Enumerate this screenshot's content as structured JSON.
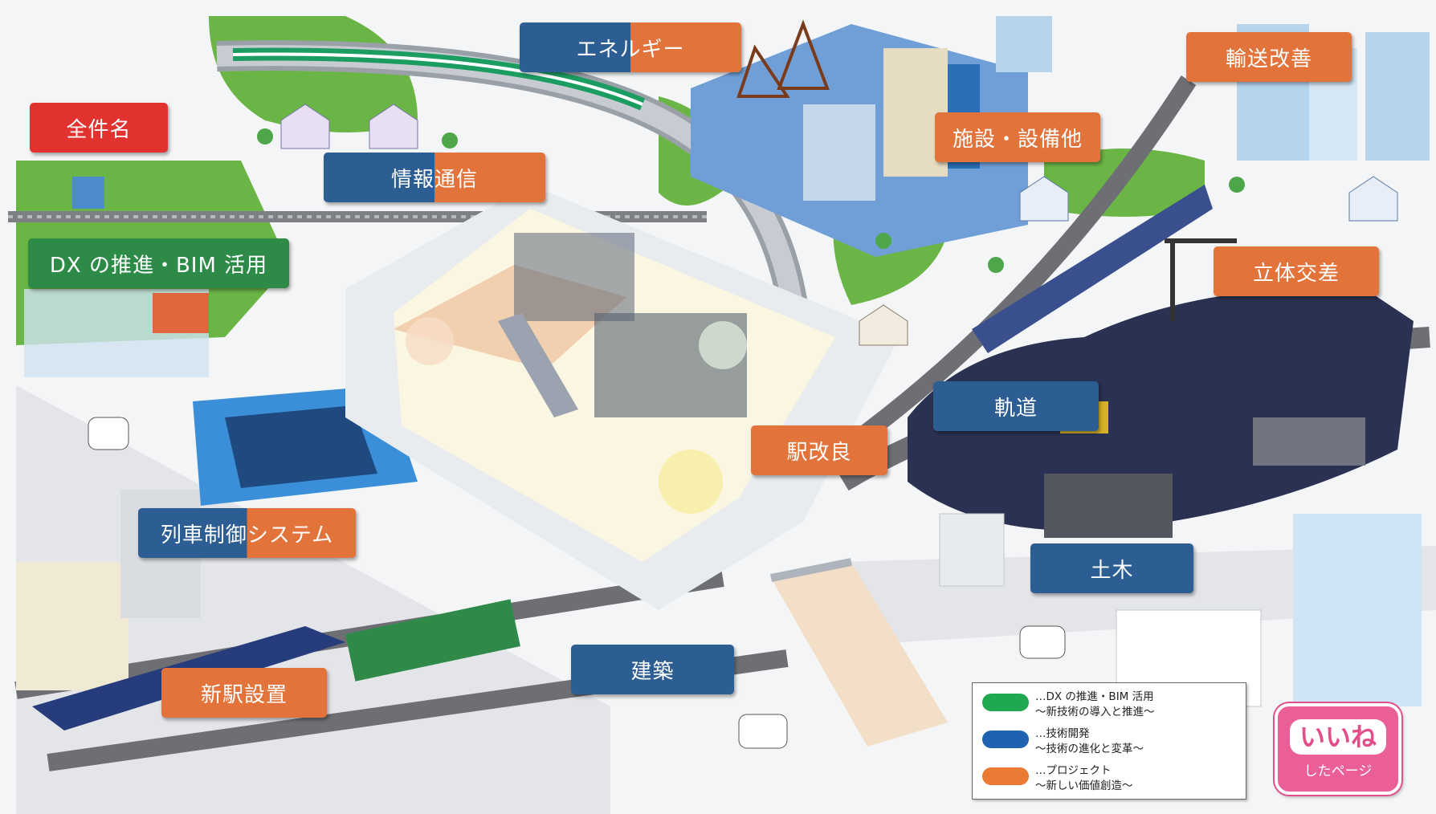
{
  "labels": {
    "all_items": "全件名",
    "energy": "エネルギー",
    "transport": "輸送改善",
    "facilities": "施設・設備他",
    "ict": "情報通信",
    "dx": "DX の推進・BIM 活用",
    "grade_separation": "立体交差",
    "track": "軌道",
    "station_improvement": "駅改良",
    "train_control": "列車制御システム",
    "civil": "土木",
    "architecture": "建築",
    "new_station": "新駅設置"
  },
  "legend": {
    "green": {
      "line1": "…DX の推進・BIM 活用",
      "line2": "～新技術の導入と推進～",
      "color": "#1fa84f"
    },
    "blue": {
      "line1": "…技術開発",
      "line2": "～技術の進化と変革～",
      "color": "#1f62b0"
    },
    "orange": {
      "line1": "…プロジェクト",
      "line2": "～新しい価値創造～",
      "color": "#ea7a34"
    }
  },
  "likes": {
    "big": "いいね",
    "small": "したページ"
  },
  "colors": {
    "red": "#e2322f",
    "green": "#2e8b47",
    "blue": "#2c5d93",
    "orange": "#e2733a",
    "pink": "#ea5f97"
  }
}
